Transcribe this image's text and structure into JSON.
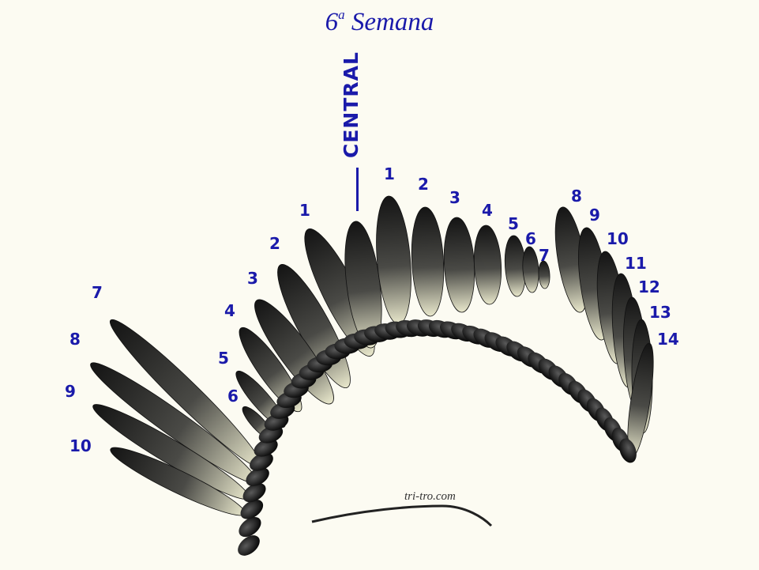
{
  "title": {
    "prefix": "6",
    "superscript": "a",
    "word": "Semana"
  },
  "central_label": "CENTRAL",
  "watermark": "tri-tro.com",
  "left_primaries": [
    "7",
    "8",
    "9",
    "10"
  ],
  "inner_left": [
    "1",
    "2",
    "3",
    "4",
    "5",
    "6"
  ],
  "right_secondaries": [
    "1",
    "2",
    "3",
    "4",
    "5",
    "6",
    "7"
  ],
  "far_right": [
    "8",
    "9",
    "10",
    "11",
    "12",
    "13",
    "14"
  ],
  "colors": {
    "label": "#1a1aaa",
    "feather_dark": "#1a1a1a",
    "feather_light": "#e8e8c8",
    "background": "#fcfbf2"
  }
}
